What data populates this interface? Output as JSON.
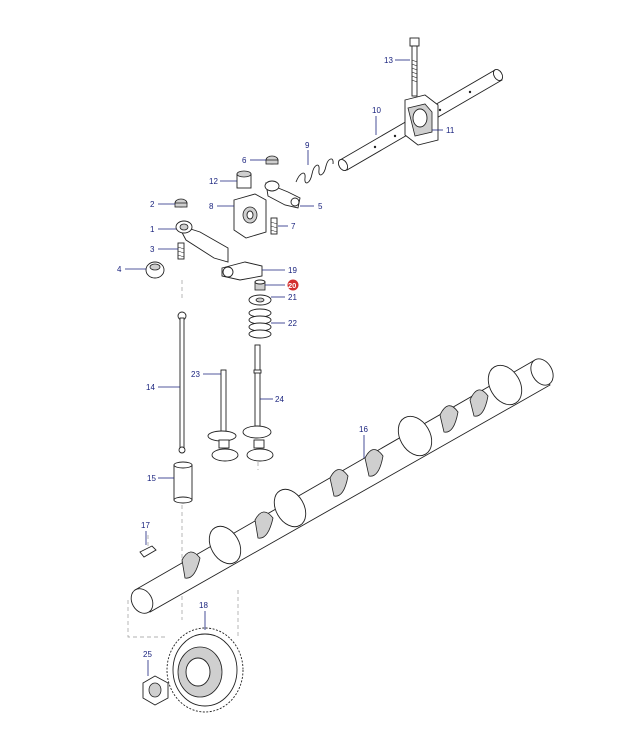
{
  "diagram": {
    "callouts": [
      {
        "id": "c13",
        "label": "13"
      },
      {
        "id": "c10",
        "label": "10"
      },
      {
        "id": "c11",
        "label": "11"
      },
      {
        "id": "c9",
        "label": "9"
      },
      {
        "id": "c6",
        "label": "6"
      },
      {
        "id": "c12",
        "label": "12"
      },
      {
        "id": "c8",
        "label": "8"
      },
      {
        "id": "c5",
        "label": "5"
      },
      {
        "id": "c2",
        "label": "2"
      },
      {
        "id": "c7",
        "label": "7"
      },
      {
        "id": "c1",
        "label": "1"
      },
      {
        "id": "c3",
        "label": "3"
      },
      {
        "id": "c19",
        "label": "19"
      },
      {
        "id": "c4",
        "label": "4"
      },
      {
        "id": "c20",
        "label": "20"
      },
      {
        "id": "c21",
        "label": "21"
      },
      {
        "id": "c22",
        "label": "22"
      },
      {
        "id": "c23",
        "label": "23"
      },
      {
        "id": "c14",
        "label": "14"
      },
      {
        "id": "c24",
        "label": "24"
      },
      {
        "id": "c16",
        "label": "16"
      },
      {
        "id": "c15",
        "label": "15"
      },
      {
        "id": "c17",
        "label": "17"
      },
      {
        "id": "c18",
        "label": "18"
      },
      {
        "id": "c25",
        "label": "25"
      }
    ],
    "highlight_color": "#d32f2f",
    "callout_color": "#1a237e"
  }
}
